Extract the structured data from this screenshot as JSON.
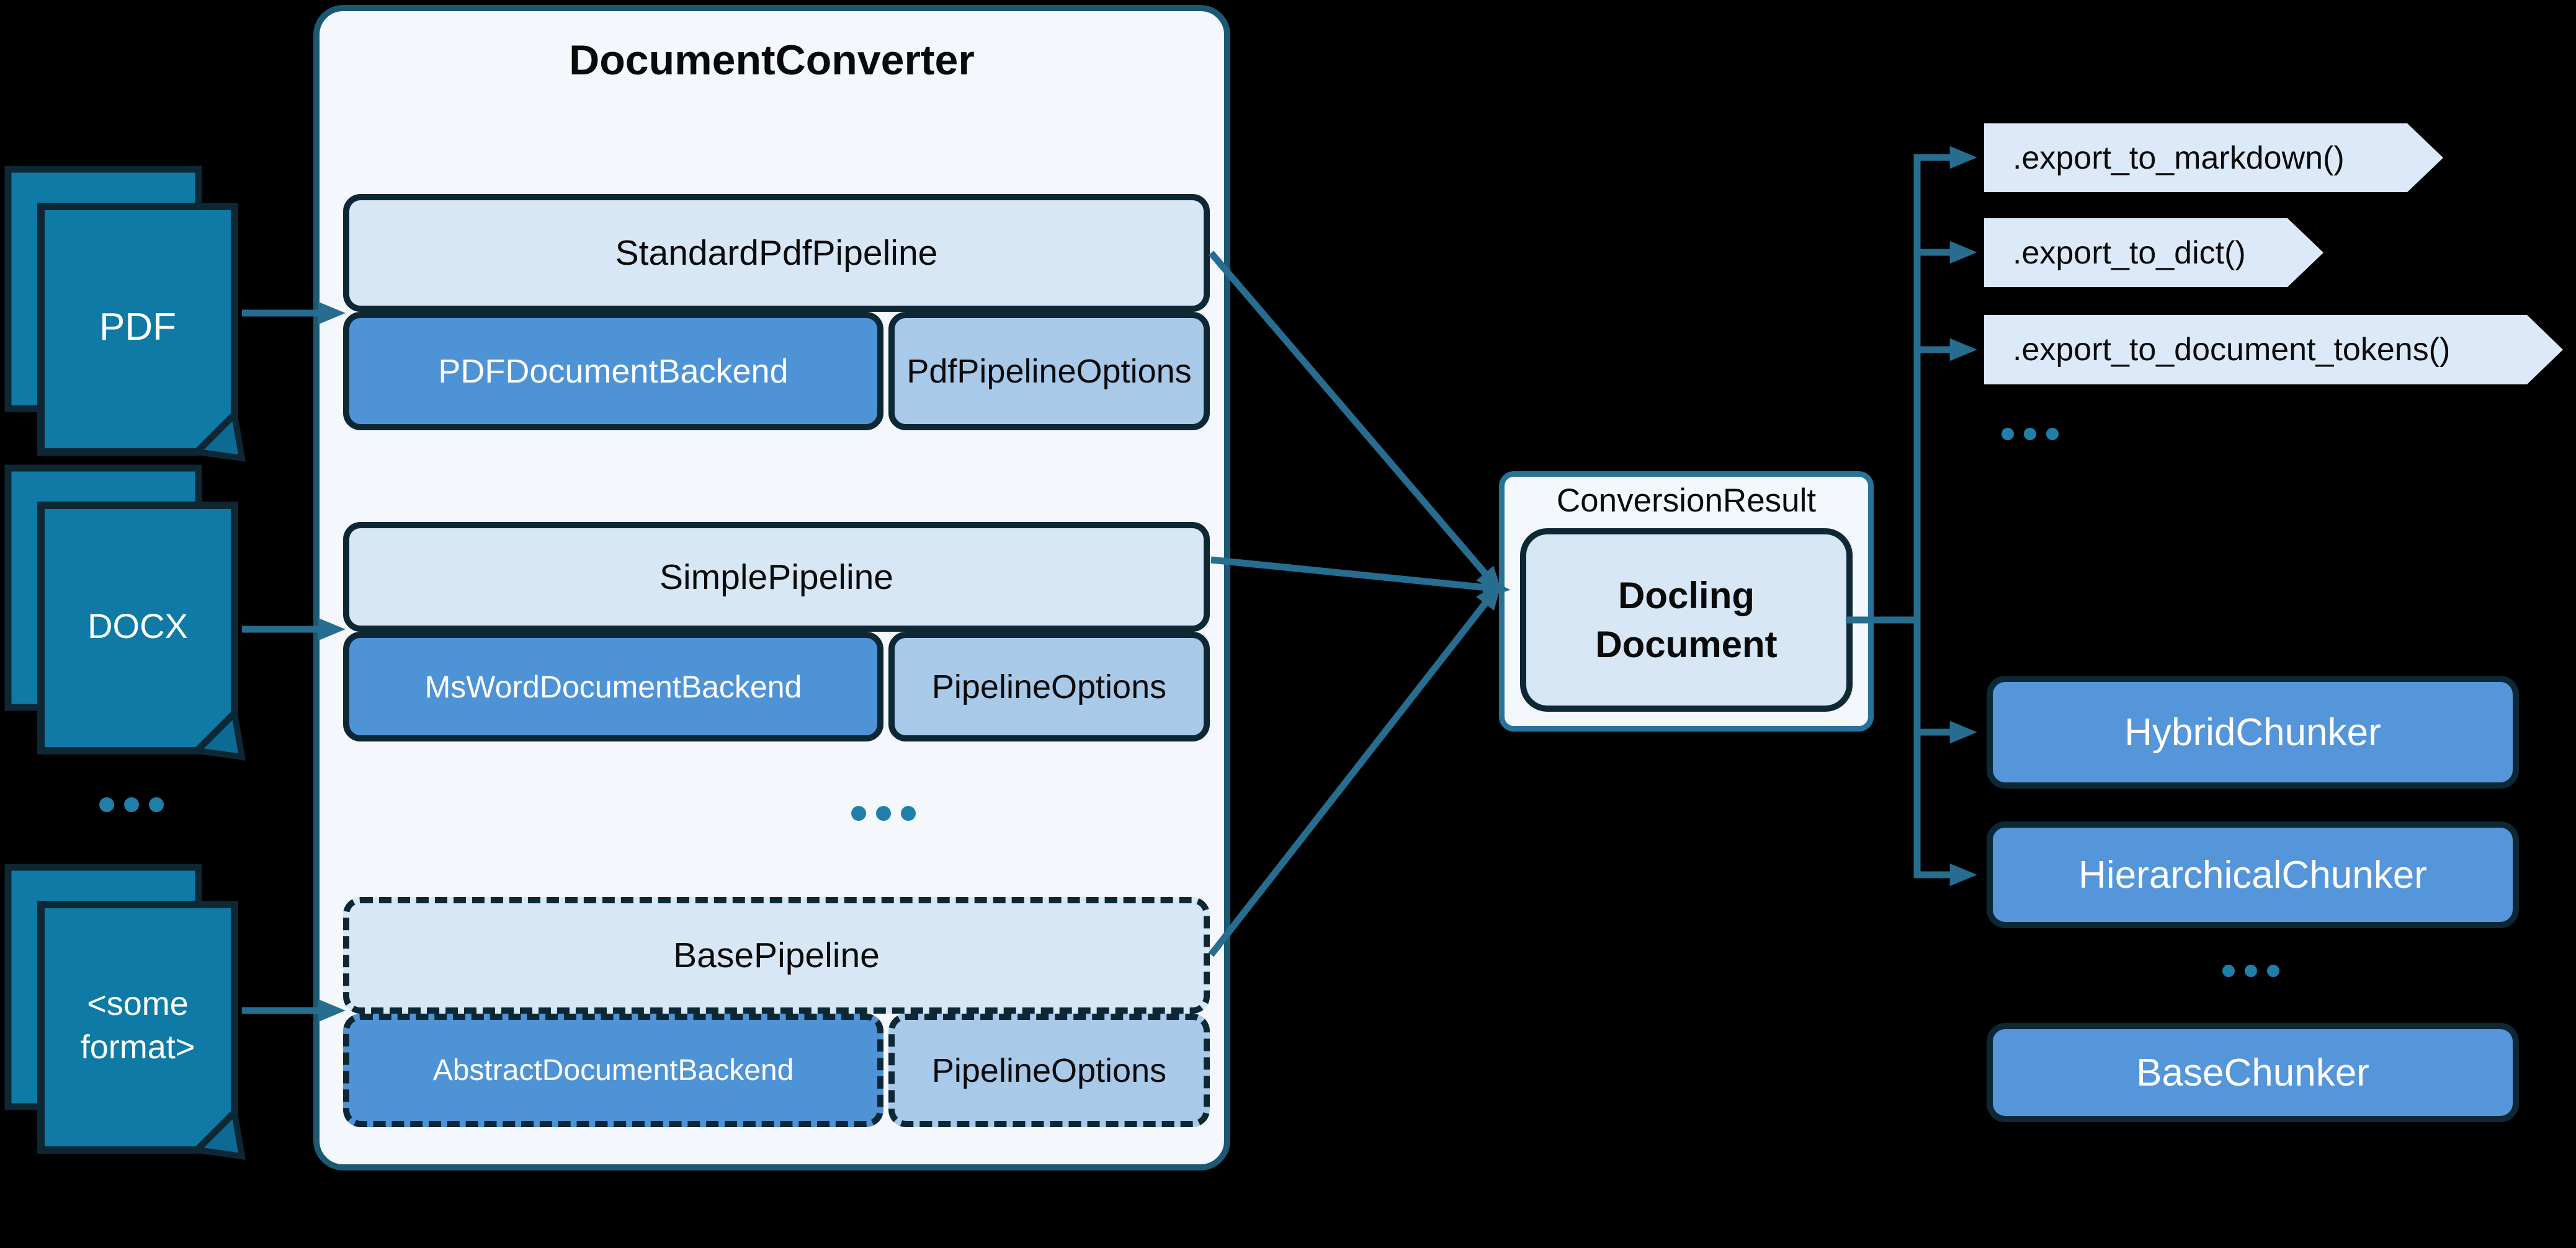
{
  "diagram_title": "DocumentConverter",
  "colors": {
    "background": "#000000",
    "document_icon_fill": "#0f7aa6",
    "dark_outline": "#0d2735",
    "converter_fill": "#f4f7fc",
    "converter_border": "#1b5872",
    "pipeline_fill": "#d8e7f5",
    "backend_fill": "#4f93d7",
    "options_fill": "#a9c9e9",
    "chip_fill": "#dbe9f8",
    "chunker_fill": "#5595da",
    "connector": "#266d8f",
    "ellipsis_dots": "#1f7fa8",
    "conversion_result_border": "#26739a"
  },
  "inputs": {
    "pdf": {
      "label": "PDF"
    },
    "docx": {
      "label": "DOCX"
    },
    "ellipsis": "...",
    "some_format": {
      "label_line1": "<some",
      "label_line2": "format>"
    }
  },
  "converter": {
    "title": "DocumentConverter",
    "ellipsis": "...",
    "pipelines": [
      {
        "name": "StandardPdfPipeline",
        "backend": "PDFDocumentBackend",
        "options": "PdfPipelineOptions",
        "style": "solid"
      },
      {
        "name": "SimplePipeline",
        "backend": "MsWordDocumentBackend",
        "options": "PipelineOptions",
        "style": "solid"
      },
      {
        "name": "BasePipeline",
        "backend": "AbstractDocumentBackend",
        "options": "PipelineOptions",
        "style": "dashed"
      }
    ]
  },
  "conversion_result": {
    "label": "ConversionResult",
    "document_line1": "Docling",
    "document_line2": "Document"
  },
  "exports": {
    "items": [
      ".export_to_markdown()",
      ".export_to_dict()",
      ".export_to_document_tokens()"
    ],
    "ellipsis": "..."
  },
  "chunkers": {
    "items": [
      {
        "label": "HybridChunker",
        "style": "solid"
      },
      {
        "label": "HierarchicalChunker",
        "style": "solid"
      },
      {
        "label": "BaseChunker",
        "style": "dashed"
      }
    ],
    "ellipsis": "..."
  }
}
